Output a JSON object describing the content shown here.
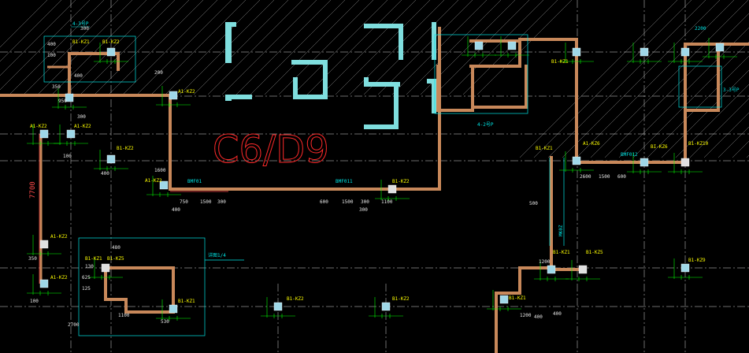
{
  "drawing": {
    "big_stamp": "C6/D9",
    "dim_7700": "7700",
    "room_note_1": "4-3号P",
    "room_note_2": "4-2号P",
    "room_note_3": "3-3号P",
    "section_note": "详图1/4",
    "dim_2200": "2200",
    "dim_2700": "2700",
    "label_mkoz": "MK0Z",
    "label_mf011": "BMF011",
    "label_mf01": "BMF01",
    "label_bmf012": "BMF012"
  },
  "column_labels": [
    "B1-KZ1",
    "B1-KZ2",
    "A1-KZ2",
    "A1-KZ2",
    "A1-KZ2",
    "B1-KZ2",
    "A1-KZ2",
    "A1-KZ2",
    "A1-KZ2",
    "B1-KZ2",
    "B1-KZ1",
    "B1-KZ1",
    "A1-KZ6",
    "BI-KZ6",
    "B1-KZ10",
    "B1-KZ1",
    "B1-KZ5",
    "B1-KZ9",
    "B1-KZ1",
    "B1-KZ2",
    "B1-KZ2",
    "B1-KZ1",
    "B1-KZ5",
    "B1-KZ1"
  ],
  "dims": [
    "400",
    "100",
    "300",
    "350",
    "400",
    "200",
    "950",
    "300",
    "100",
    "400",
    "1600",
    "400",
    "750",
    "1500",
    "300",
    "600",
    "1500",
    "300",
    "1100",
    "300",
    "500",
    "1200",
    "400",
    "2600",
    "1500",
    "600",
    "1200",
    "400",
    "480",
    "130",
    "625",
    "125",
    "1100",
    "530",
    "350",
    "100"
  ],
  "colors": {
    "background": "#000000",
    "wall": "#c8885a",
    "dimension": "#00ff00",
    "label": "#ffff00",
    "axis": "#d9d9d9",
    "outline": "#00e5e5",
    "stamp": "#ff2a2a"
  }
}
